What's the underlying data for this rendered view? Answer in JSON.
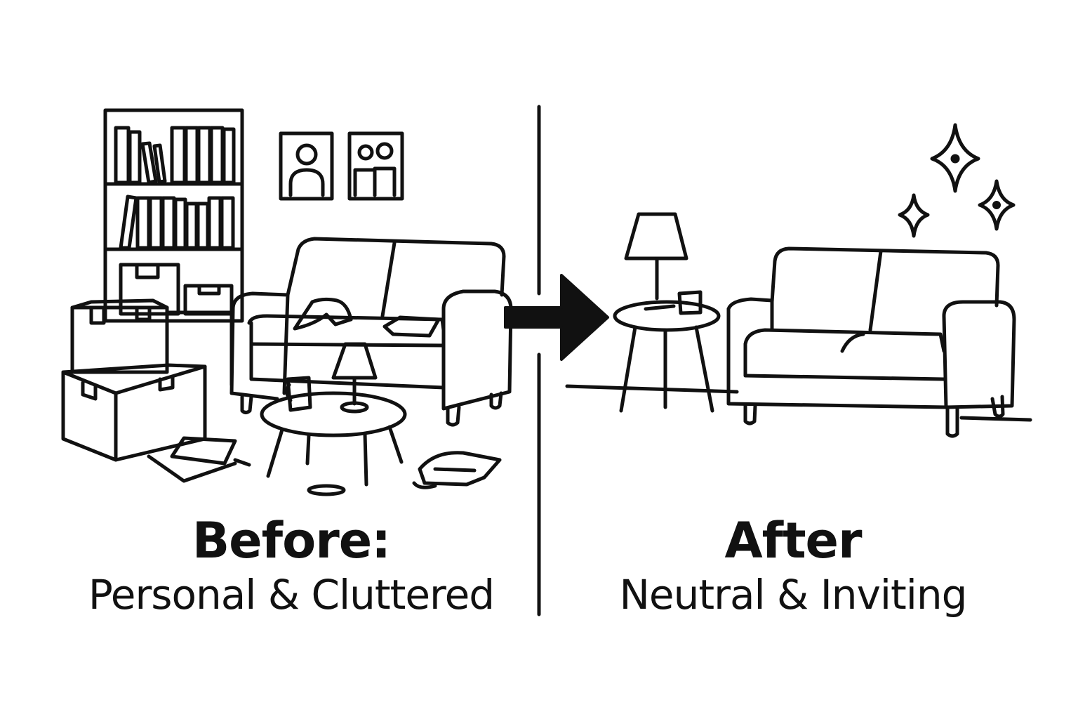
{
  "before": {
    "heading": "Before:",
    "subheading": "Personal & Cluttered"
  },
  "after": {
    "heading": "After",
    "subheading": "Neutral & Inviting"
  },
  "colors": {
    "ink": "#111111",
    "background": "#ffffff"
  },
  "icons": {
    "before_scene": [
      "bookshelf-icon",
      "framed-portrait-icon",
      "framed-couple-photo-icon",
      "moving-box-icon",
      "sofa-icon",
      "coffee-table-icon",
      "table-lamp-icon",
      "mug-icon",
      "scattered-papers-icon",
      "pillow-icon"
    ],
    "divider": "vertical-divider",
    "transition": "arrow-right-icon",
    "after_scene": [
      "floor-lamp-icon",
      "side-table-icon",
      "mug-icon",
      "sofa-icon",
      "sparkle-icon"
    ]
  }
}
